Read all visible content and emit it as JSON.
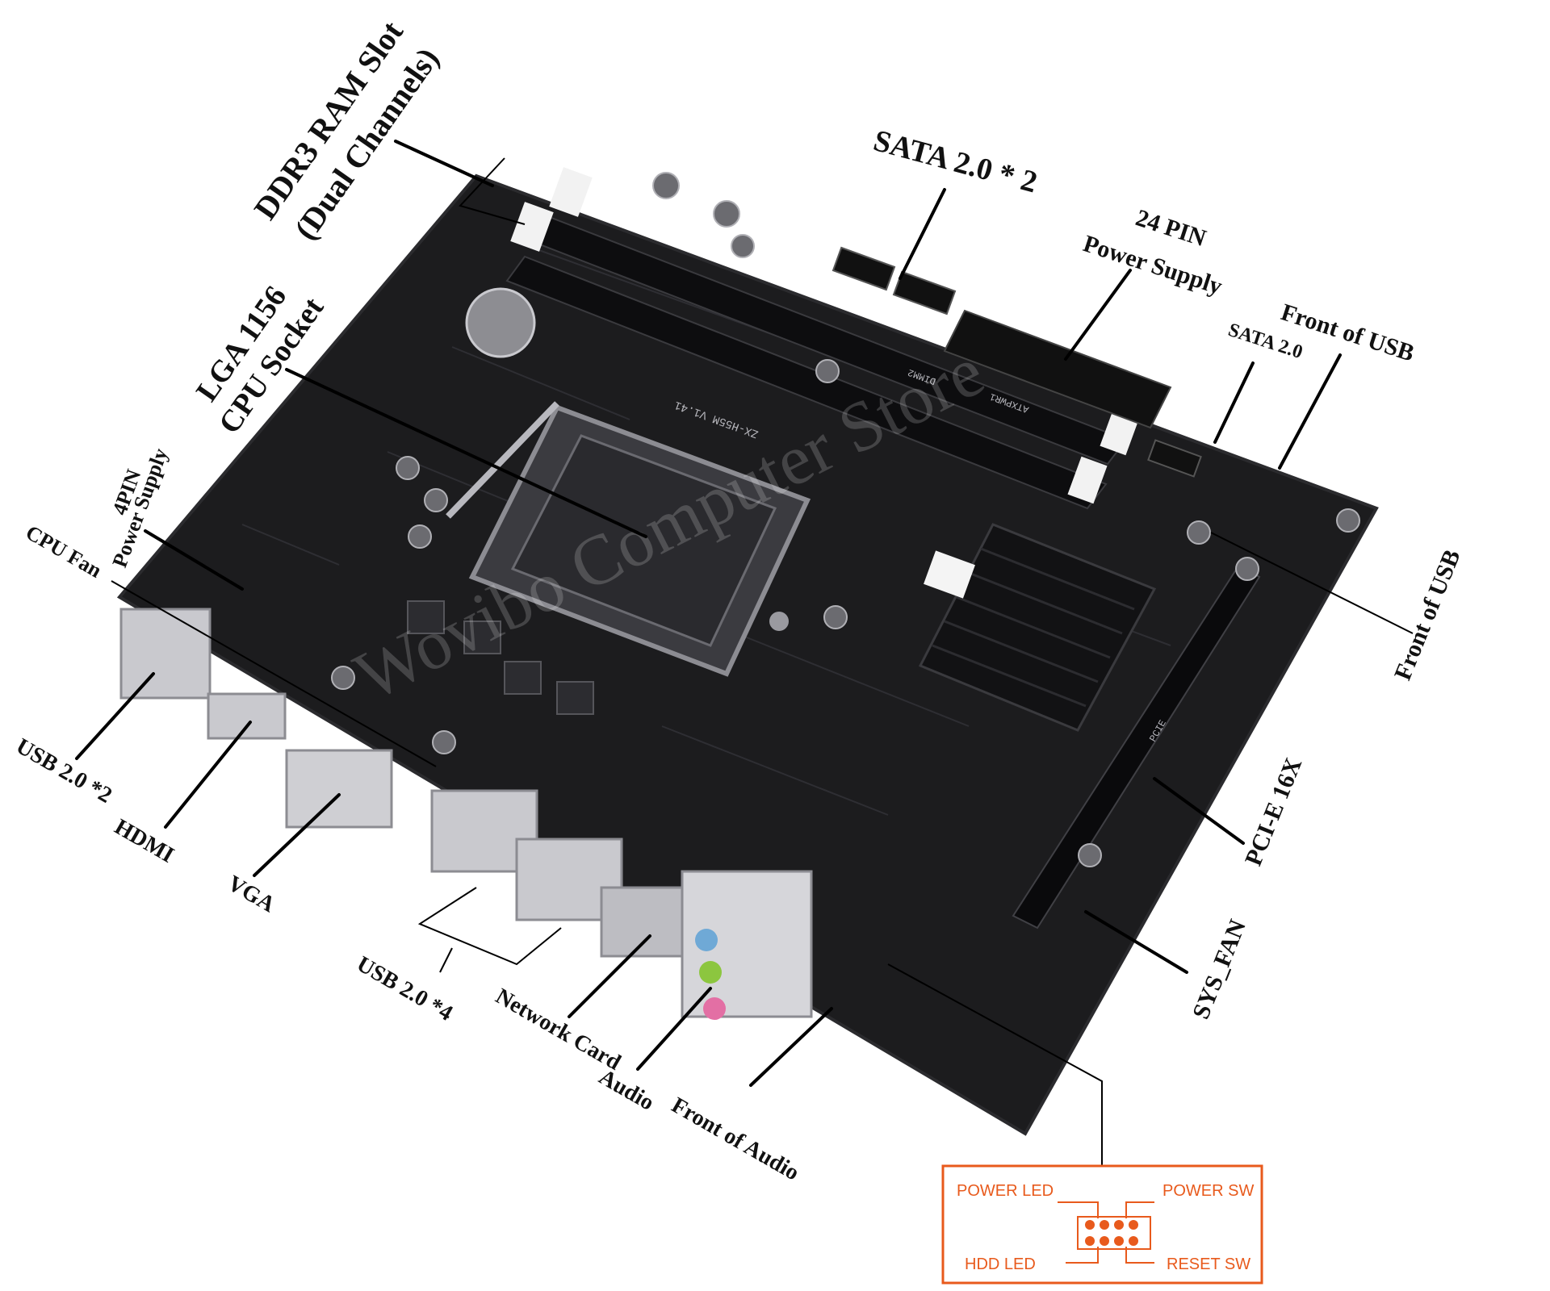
{
  "labels": {
    "ddr3_line1": "DDR3 RAM Slot",
    "ddr3_line2": "(Dual Channels)",
    "lga_line1": "LGA 1156",
    "lga_line2": "CPU Socket",
    "sata2x2": "SATA 2.0 * 2",
    "pin24_line1": "24 PIN",
    "pin24_line2": "Power Supply",
    "front_usb_top": "Front of USB",
    "sata2": "SATA 2.0",
    "front_usb_right": "Front of USB",
    "pin4_line1": "4PIN",
    "pin4_line2": "Power Supply",
    "cpu_fan": "CPU Fan",
    "usb2x2": "USB 2.0 *2",
    "hdmi": "HDMI",
    "vga": "VGA",
    "usb2x4": "USB 2.0 *4",
    "network_card": "Network Card",
    "audio": "Audio",
    "front_audio": "Front of Audio",
    "pcie16x": "PCI-E 16X",
    "sys_fan": "SYS_FAN"
  },
  "front_panel": {
    "power_led": "POWER LED",
    "power_sw": "POWER SW",
    "hdd_led": "HDD  LED",
    "reset_sw": "RESET SW"
  },
  "board": {
    "watermark": "Wovibo Computer Store",
    "model": "ZX-H55M  V1.41",
    "dimm_a": "DIMM2",
    "dimm_b": "ATXPWR1",
    "pcie_mark": "PCIE"
  },
  "colors": {
    "board": "#1c1c1e",
    "board_edge": "#2b2b2e",
    "text": "#111111",
    "panel_accent": "#e85a1c",
    "audio_blue": "#6fa9d6",
    "audio_green": "#8cc63f",
    "audio_pink": "#e36fa4"
  }
}
